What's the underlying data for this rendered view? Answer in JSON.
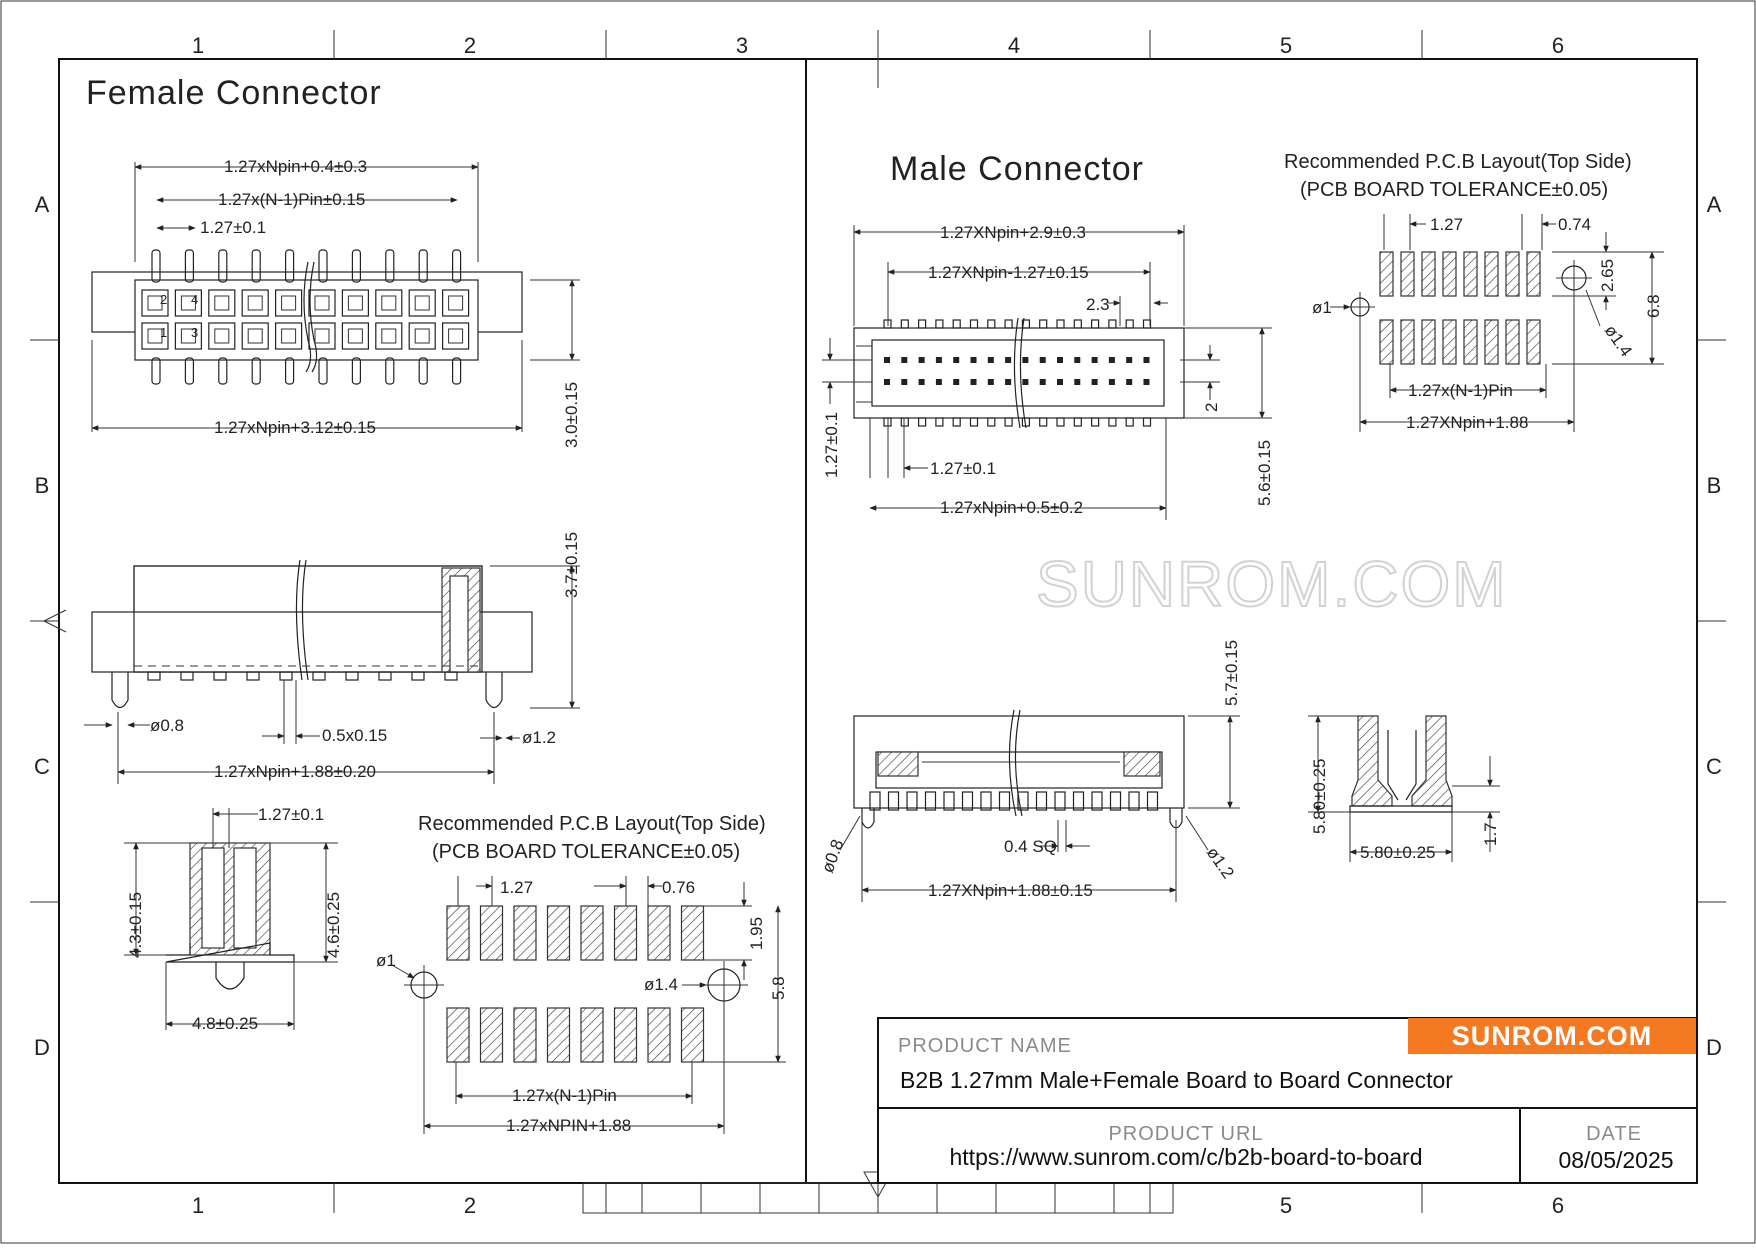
{
  "grid": {
    "columns_top": [
      "1",
      "2",
      "3",
      "4",
      "5",
      "6"
    ],
    "columns_bottom": [
      "1",
      "2",
      "5",
      "6"
    ],
    "rows": [
      "A",
      "B",
      "C",
      "D"
    ]
  },
  "female": {
    "title": "Female Connector",
    "top_view": {
      "dim_overall": "1.27xNpin+0.4±0.3",
      "dim_pins": "1.27x(N-1)Pin±0.15",
      "dim_pitch": "1.27±0.1",
      "dim_body": "1.27xNpin+3.12±0.15",
      "dim_height": "3.0±0.15",
      "pin_labels": [
        "2",
        "4",
        "1",
        "3"
      ]
    },
    "side_view": {
      "dim_height": "3.7±0.15",
      "dim_peg": "ø0.8",
      "dim_pin": "0.5x0.15",
      "dim_hole": "ø1.2",
      "dim_length": "1.27xNpin+1.88±0.20"
    },
    "end_view": {
      "dim_pitch": "1.27±0.1",
      "dim_height_left": "4.3±0.15",
      "dim_height_right": "4.6±0.25",
      "dim_width": "4.8±0.25"
    },
    "pcb": {
      "title_line1": "Recommended P.C.B Layout(Top Side)",
      "title_line2": "(PCB BOARD TOLERANCE±0.05)",
      "dim_pitch": "1.27",
      "dim_pad": "0.76",
      "dim_gap": "1.95",
      "dim_span": "5.8",
      "dim_hole_left": "ø1",
      "dim_hole_right": "ø1.4",
      "dim_pins": "1.27x(N-1)Pin",
      "dim_total": "1.27xNPIN+1.88"
    }
  },
  "male": {
    "title": "Male Connector",
    "top_view": {
      "dim_overall": "1.27XNpin+2.9±0.3",
      "dim_inner": "1.27XNpin-1.27±0.15",
      "dim_small": "2.3",
      "dim_row": "2",
      "dim_left": "1.27±0.1",
      "dim_pitch": "1.27±0.1",
      "dim_height": "5.6±0.15",
      "dim_body": "1.27xNpin+0.5±0.2"
    },
    "pcb": {
      "title_line1": "Recommended P.C.B Layout(Top Side)",
      "title_line2": "(PCB BOARD TOLERANCE±0.05)",
      "dim_pitch": "1.27",
      "dim_pad": "0.74",
      "dim_gap": "2.65",
      "dim_span": "6.8",
      "dim_hole_left": "ø1",
      "dim_hole_right": "ø1.4",
      "dim_pins": "1.27x(N-1)Pin",
      "dim_total": "1.27XNpin+1.88"
    },
    "side_view": {
      "dim_height": "5.7±0.15",
      "dim_peg": "ø0.8",
      "dim_pin": "0.4 SQ",
      "dim_hole": "ø1.2",
      "dim_length": "1.27XNpin+1.88±0.15"
    },
    "end_view": {
      "dim_height": "5.80±0.25",
      "dim_width": "5.80±0.25",
      "dim_standoff": "1.7"
    }
  },
  "watermark": "SUNROM.COM",
  "title_block": {
    "logo": "SUNROM.COM",
    "product_name_label": "PRODUCT NAME",
    "product_name": "B2B 1.27mm Male+Female Board to Board Connector",
    "product_url_label": "PRODUCT URL",
    "product_url": "https://www.sunrom.com/c/b2b-board-to-board",
    "date_label": "DATE",
    "date": "08/05/2025"
  },
  "colors": {
    "logo_bg": "#f47920",
    "logo_text": "#ffffff",
    "line": "#222222",
    "label_gray": "#8a8a8a"
  }
}
